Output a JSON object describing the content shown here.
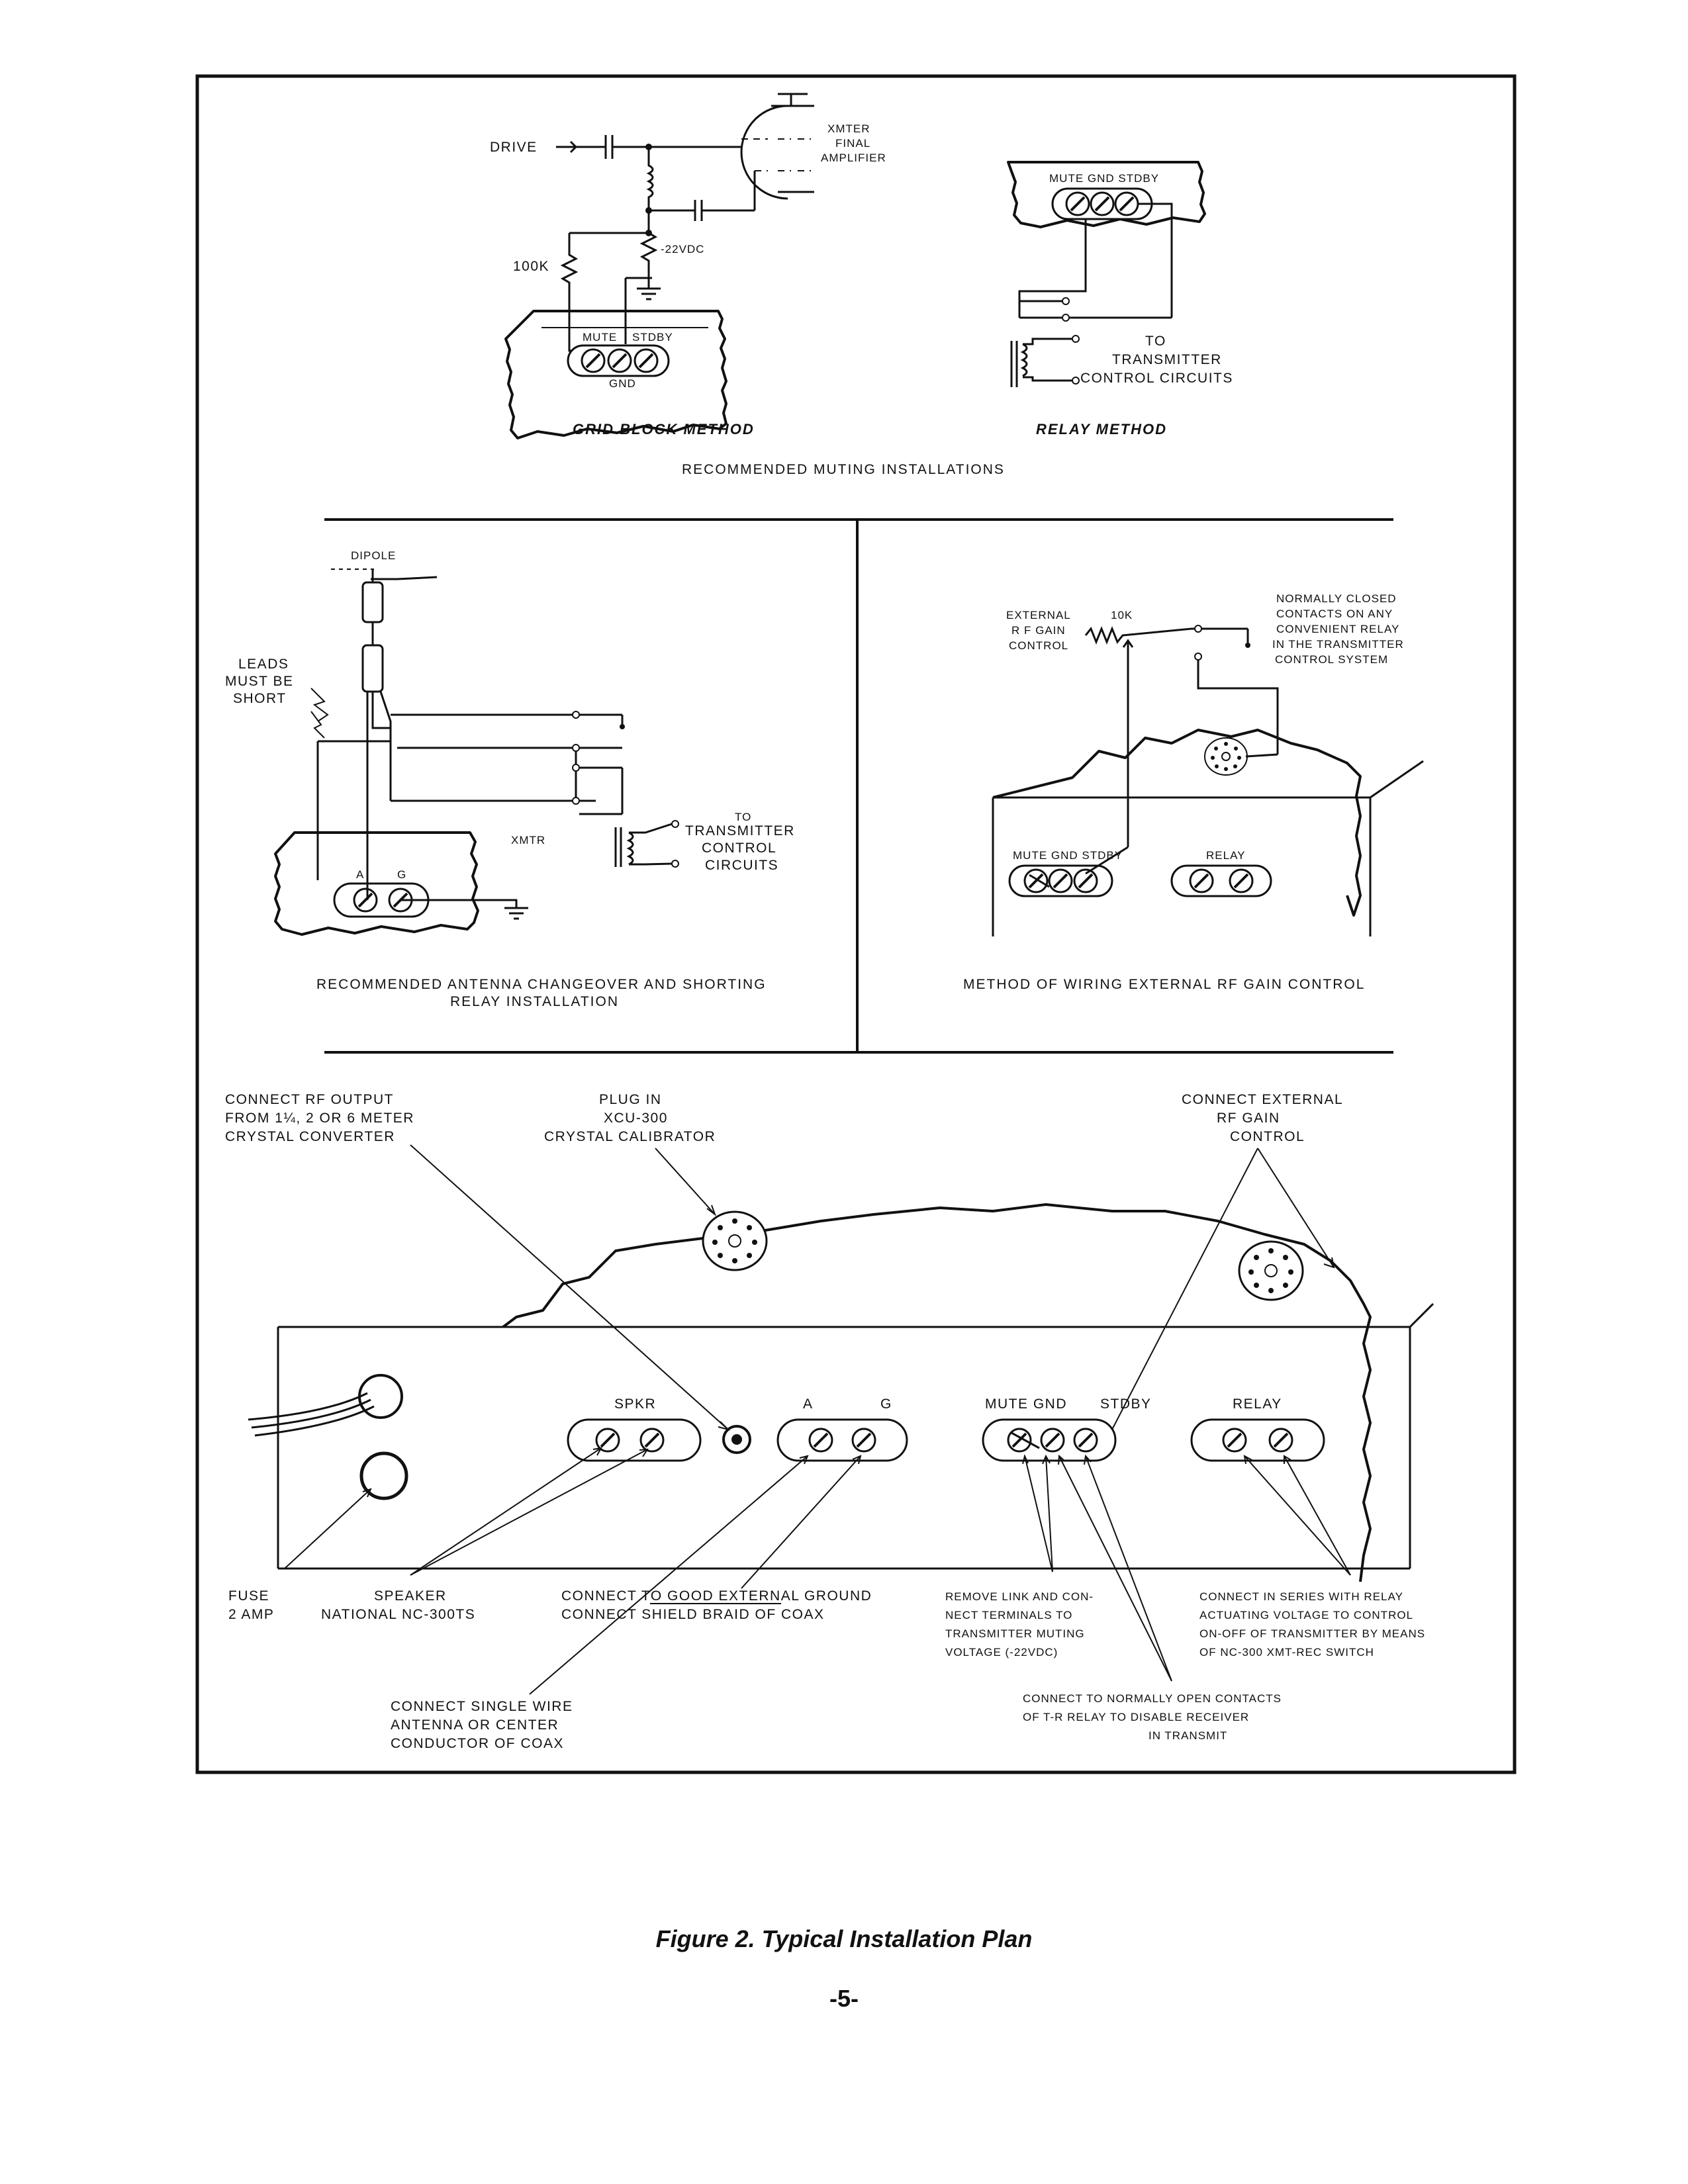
{
  "muting": {
    "grid_block": {
      "drive": "DRIVE",
      "xmtr_line1": "XMTER",
      "xmtr_line2": "FINAL",
      "xmtr_line3": "AMPLIFIER",
      "voltage": "-22VDC",
      "resistor": "100K",
      "term_mute": "MUTE",
      "term_stdby": "STDBY",
      "term_gnd": "GND",
      "caption": "GRID BLOCK METHOD"
    },
    "relay": {
      "terminals": "MUTE GND STDBY",
      "to_line1": "TO",
      "to_line2": "TRANSMITTER",
      "to_line3": "CONTROL CIRCUITS",
      "caption": "RELAY METHOD"
    },
    "section_caption": "RECOMMENDED MUTING INSTALLATIONS"
  },
  "antenna": {
    "dipole": "DIPOLE",
    "leads_line1": "LEADS",
    "leads_line2": "MUST BE",
    "leads_line3": "SHORT",
    "xmtr": "XMTR",
    "to_line1": "TO",
    "to_line2": "TRANSMITTER",
    "to_line3": "CONTROL",
    "to_line4": "CIRCUITS",
    "term_a": "A",
    "term_g": "G",
    "caption_line1": "RECOMMENDED ANTENNA CHANGEOVER AND SHORTING",
    "caption_line2": "RELAY INSTALLATION"
  },
  "rfgain": {
    "ext_line1": "EXTERNAL",
    "ext_line2": "R F GAIN",
    "ext_line3": "CONTROL",
    "pot": "10K",
    "nc_line1": "NORMALLY CLOSED",
    "nc_line2": "CONTACTS ON ANY",
    "nc_line3": "CONVENIENT RELAY",
    "nc_line4": "IN THE TRANSMITTER",
    "nc_line5": "CONTROL SYSTEM",
    "terminals": "MUTE GND STDBY",
    "relay": "RELAY",
    "caption": "METHOD OF WIRING EXTERNAL RF GAIN CONTROL"
  },
  "rear": {
    "rf_line1": "CONNECT RF OUTPUT",
    "rf_line2": "FROM 1¼, 2 OR 6 METER",
    "rf_line3": "CRYSTAL CONVERTER",
    "plug_line1": "PLUG IN",
    "plug_line2": "XCU-300",
    "plug_line3": "CRYSTAL CALIBRATOR",
    "ext_line1": "CONNECT EXTERNAL",
    "ext_line2": "RF GAIN",
    "ext_line3": "CONTROL",
    "spkr": "SPKR",
    "a": "A",
    "g": "G",
    "mute_gnd": "MUTE GND",
    "stdby": "STDBY",
    "relay": "RELAY",
    "fuse_line1": "FUSE",
    "fuse_line2": "2 AMP",
    "speaker_line1": "SPEAKER",
    "speaker_line2": "NATIONAL NC-300TS",
    "ground_line1": "CONNECT TO GOOD EXTERNAL GROUND",
    "ground_line2": "CONNECT SHIELD BRAID OF COAX",
    "remove_line1": "REMOVE LINK AND CON-",
    "remove_line2": "NECT TERMINALS TO",
    "remove_line3": "TRANSMITTER MUTING",
    "remove_line4": "VOLTAGE (-22VDC)",
    "series_line1": "CONNECT IN SERIES WITH RELAY",
    "series_line2": "ACTUATING VOLTAGE TO CONTROL",
    "series_line3": "ON-OFF OF TRANSMITTER BY MEANS",
    "series_line4": "OF NC-300 XMT-REC SWITCH",
    "single_line1": "CONNECT SINGLE WIRE",
    "single_line2": "ANTENNA OR CENTER",
    "single_line3": "CONDUCTOR OF COAX",
    "normally_line1": "CONNECT TO NORMALLY OPEN CONTACTS",
    "normally_line2": "OF T-R RELAY TO DISABLE RECEIVER",
    "normally_line3": "IN TRANSMIT"
  },
  "figure_caption": "Figure 2. Typical Installation Plan",
  "page_number": "-5-"
}
